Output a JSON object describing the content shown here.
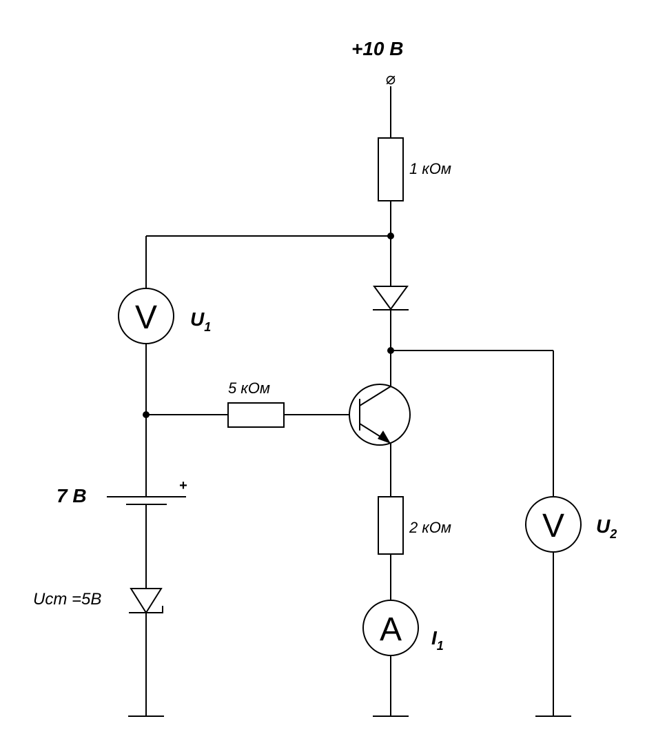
{
  "labels": {
    "supply": "+10  В",
    "supply_terminal": "⌀",
    "r_top": "1 кОм",
    "r_base": "5 кОм",
    "r_emitter": "2 кОм",
    "battery": "7 В",
    "battery_plus": "+",
    "zener": "Uст =5В",
    "u1_name": "U",
    "u1_sub": "1",
    "u2_name": "U",
    "u2_sub": "2",
    "i1_name": "I",
    "i1_sub": "1"
  },
  "meters": {
    "voltmeter_symbol": "V",
    "ammeter_symbol": "A"
  }
}
